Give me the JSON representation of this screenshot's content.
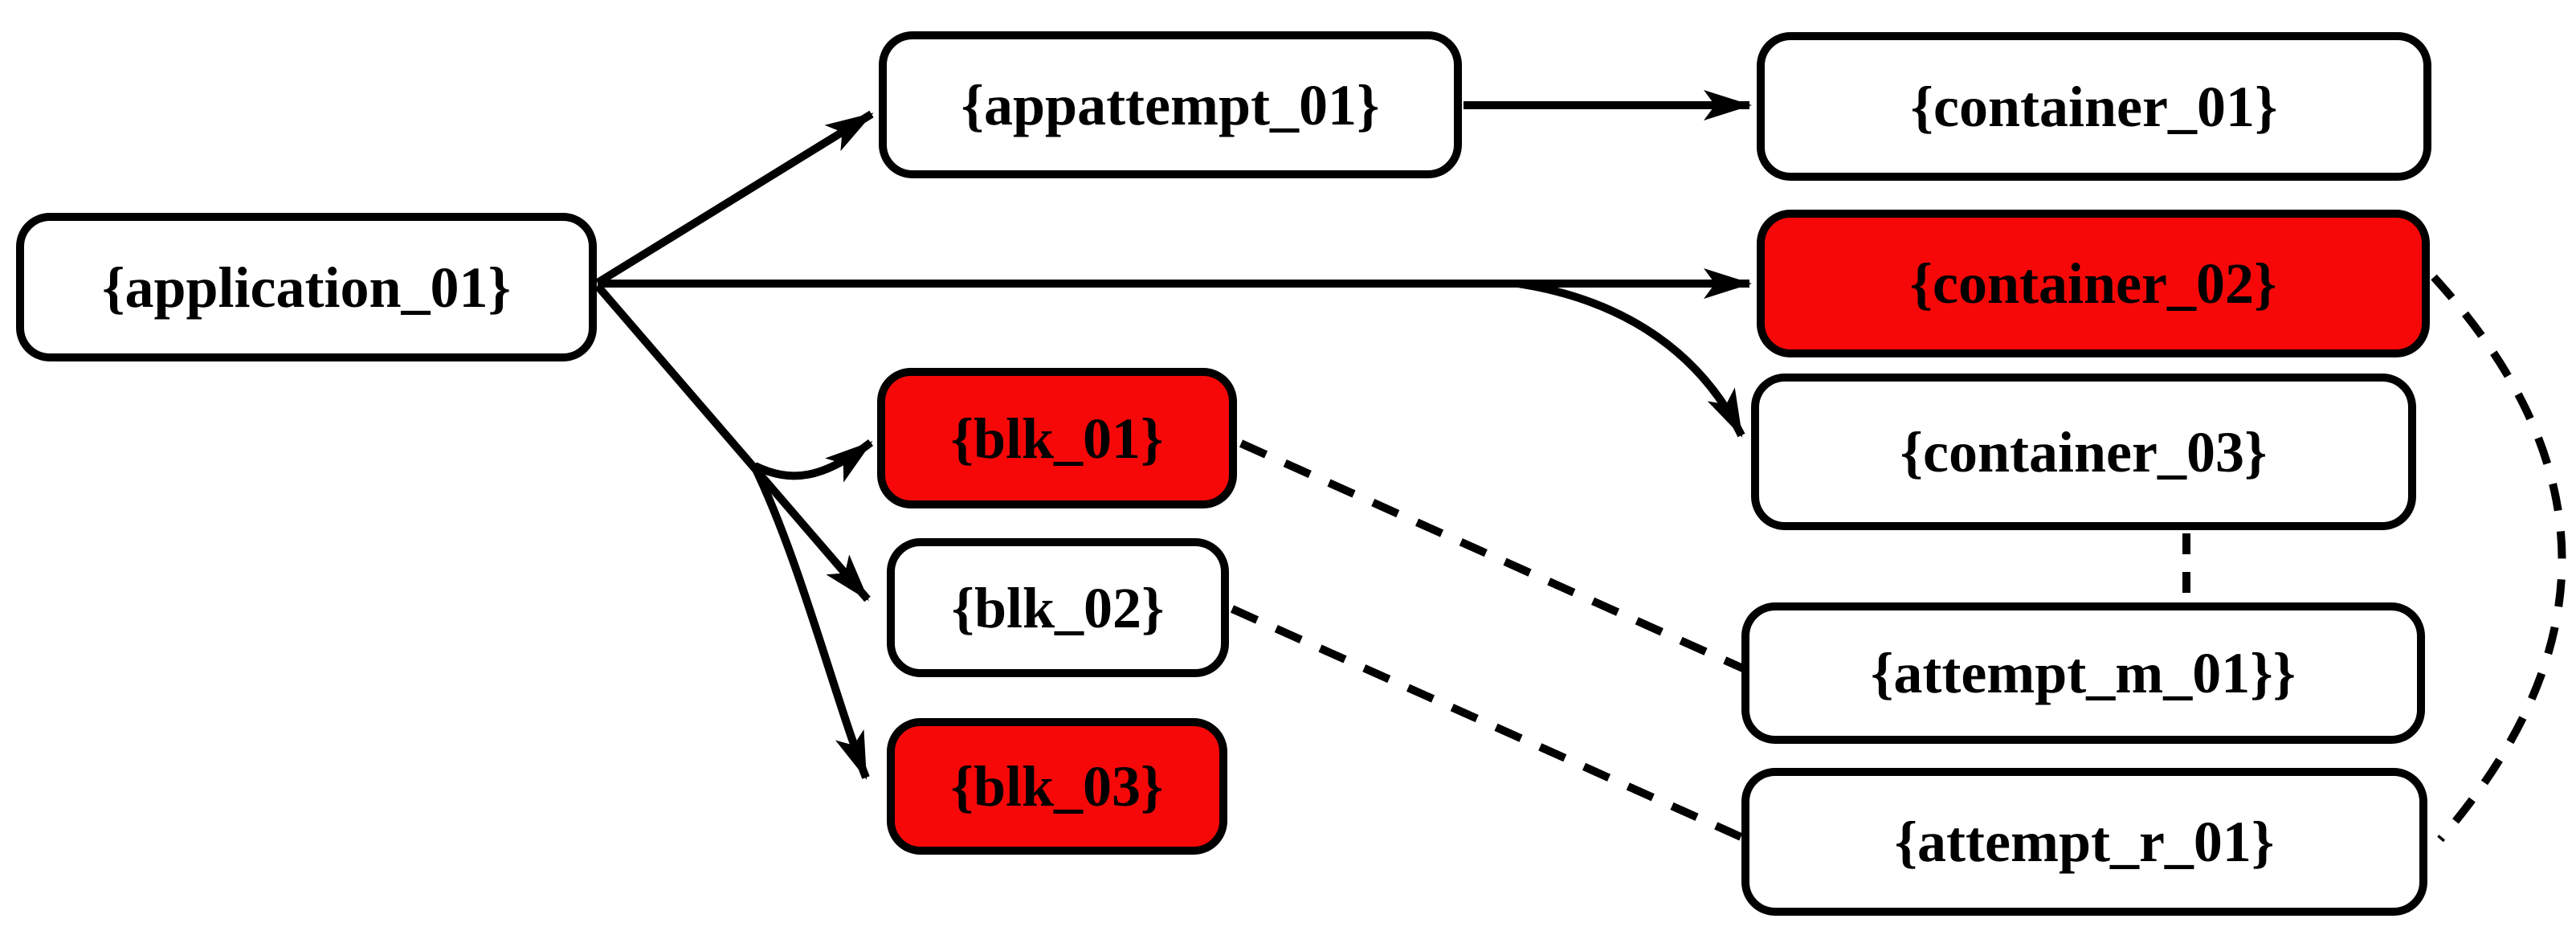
{
  "figure": {
    "type": "provenance-graph-diagram",
    "background": "#ffffff",
    "colors": {
      "highlight_fill": "#f60808",
      "normal_fill": "#ffffff",
      "border": "#000000",
      "edge": "#000000",
      "text": "#000000"
    },
    "nodes": [
      {
        "id": "application_01",
        "label": "{application_01}",
        "highlighted": false
      },
      {
        "id": "appattempt_01",
        "label": "{appattempt_01}",
        "highlighted": false
      },
      {
        "id": "container_01",
        "label": "{container_01}",
        "highlighted": false
      },
      {
        "id": "container_02",
        "label": "{container_02}",
        "highlighted": true
      },
      {
        "id": "container_03",
        "label": "{container_03}",
        "highlighted": false
      },
      {
        "id": "blk_01",
        "label": "{blk_01}",
        "highlighted": true
      },
      {
        "id": "blk_02",
        "label": "{blk_02}",
        "highlighted": false
      },
      {
        "id": "blk_03",
        "label": "{blk_03}",
        "highlighted": true
      },
      {
        "id": "attempt_m_01",
        "label": "{attempt_m_01}}",
        "highlighted": false
      },
      {
        "id": "attempt_r_01",
        "label": "{attempt_r_01}",
        "highlighted": false
      }
    ],
    "edges": [
      {
        "from": "application_01",
        "to": "appattempt_01",
        "style": "solid-arrow"
      },
      {
        "from": "application_01",
        "to": "container_02",
        "style": "solid-arrow"
      },
      {
        "from": "application_01",
        "to": "container_03",
        "style": "solid-arrow"
      },
      {
        "from": "application_01",
        "to": "blk_01",
        "style": "solid-arrow"
      },
      {
        "from": "application_01",
        "to": "blk_02",
        "style": "solid-arrow"
      },
      {
        "from": "application_01",
        "to": "blk_03",
        "style": "solid-arrow"
      },
      {
        "from": "appattempt_01",
        "to": "container_01",
        "style": "solid-arrow"
      },
      {
        "from": "blk_01",
        "to": "attempt_m_01",
        "style": "dashed-line"
      },
      {
        "from": "blk_02",
        "to": "attempt_r_01",
        "style": "dashed-line"
      },
      {
        "from": "container_03",
        "to": "attempt_m_01",
        "style": "dashed-line"
      },
      {
        "from": "container_02",
        "to": "attempt_r_01",
        "style": "dashed-curve"
      }
    ]
  }
}
